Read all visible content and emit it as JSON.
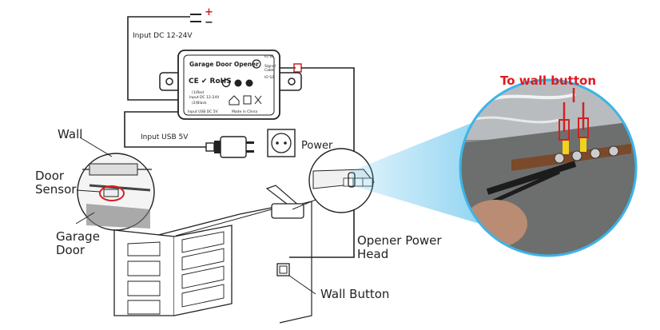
{
  "power_input": {
    "plus": "+",
    "minus": "−",
    "label": "Input DC 12-24V"
  },
  "device": {
    "title": "Garage Door Opener",
    "marks": "CE ✔ RoHS",
    "io_label": "IO S1",
    "signal_label": "Signal Cable",
    "io2_label": "IO S2",
    "red_label": "(1)Red",
    "dc_label": "Input DC 12-24V",
    "black_label": "(2)Black",
    "usb_label": "Input USB DC 5V",
    "made_label": "Made in China"
  },
  "usb": {
    "label": "Input USB 5V"
  },
  "power_socket": {
    "label": "Power"
  },
  "callout": {
    "label": "To wall button"
  },
  "labels": {
    "wall": "Wall",
    "door_sensor": "Door\nSensor",
    "garage_door": "Garage\nDoor",
    "opener_head": "Opener Power\nHead",
    "wall_button": "Wall Button"
  },
  "colors": {
    "callout_text": "#e0191e",
    "wire_red": "#d32020",
    "highlight": "#3cb4e8",
    "wire": "#222222"
  }
}
